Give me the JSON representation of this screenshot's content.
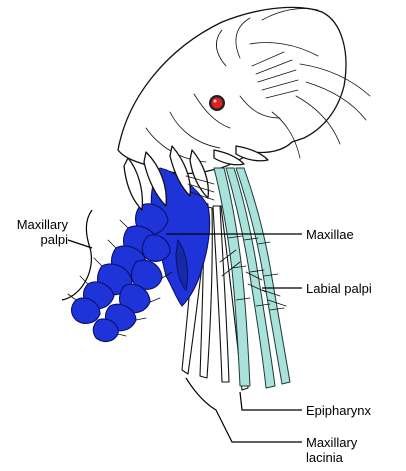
{
  "labels": {
    "maxillary_palpi": "Maxillary\npalpi",
    "maxillae": "Maxillae",
    "labial_palpi": "Labial palpi",
    "epipharynx": "Epipharynx",
    "maxillary_lacinia": "Maxillary\nlacinia"
  },
  "colors": {
    "maxillary_palpi_fill": "#1f34d8",
    "labial_palpi_fill": "#a8e2da",
    "eye": "#e02020",
    "outline": "#111111"
  }
}
